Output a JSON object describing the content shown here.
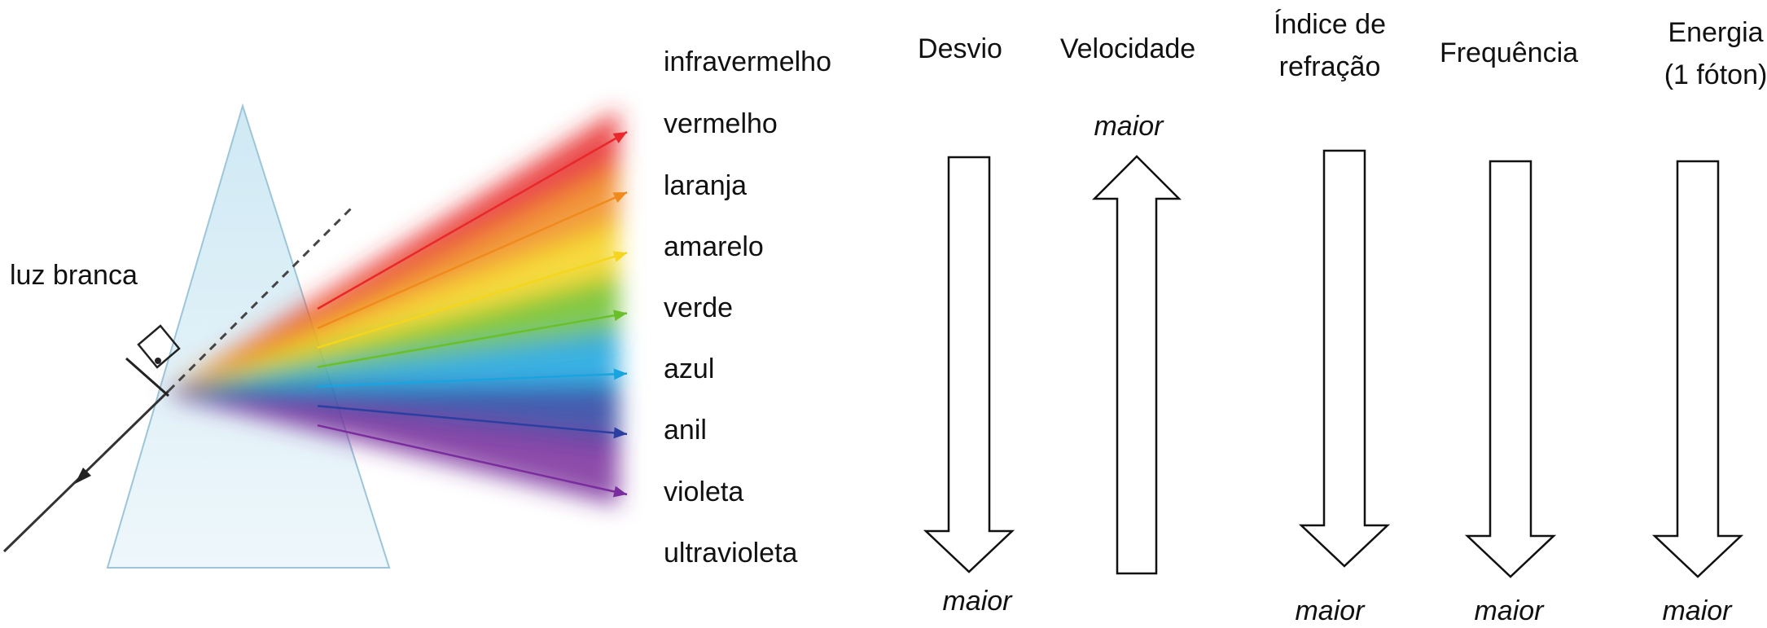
{
  "incident_light_label": "luz branca",
  "spectrum_labels": [
    "infravermelho",
    "vermelho",
    "laranja",
    "amarelo",
    "verde",
    "azul",
    "anil",
    "violeta",
    "ultravioleta"
  ],
  "beam_colors": [
    "#e8282a",
    "#f08a1c",
    "#f5d51e",
    "#6bbf2a",
    "#1aa4df",
    "#2c3ea0",
    "#7a2d9c"
  ],
  "columns": [
    {
      "header": [
        "Desvio"
      ],
      "direction": "down",
      "maior_label": "maior"
    },
    {
      "header": [
        "Velocidade"
      ],
      "direction": "up",
      "maior_label": "maior"
    },
    {
      "header": [
        "Índice de",
        "refração"
      ],
      "direction": "down",
      "maior_label": "maior"
    },
    {
      "header": [
        "Frequência"
      ],
      "direction": "down",
      "maior_label": "maior"
    },
    {
      "header": [
        "Energia",
        "(1 fóton)"
      ],
      "direction": "down",
      "maior_label": "maior"
    }
  ]
}
